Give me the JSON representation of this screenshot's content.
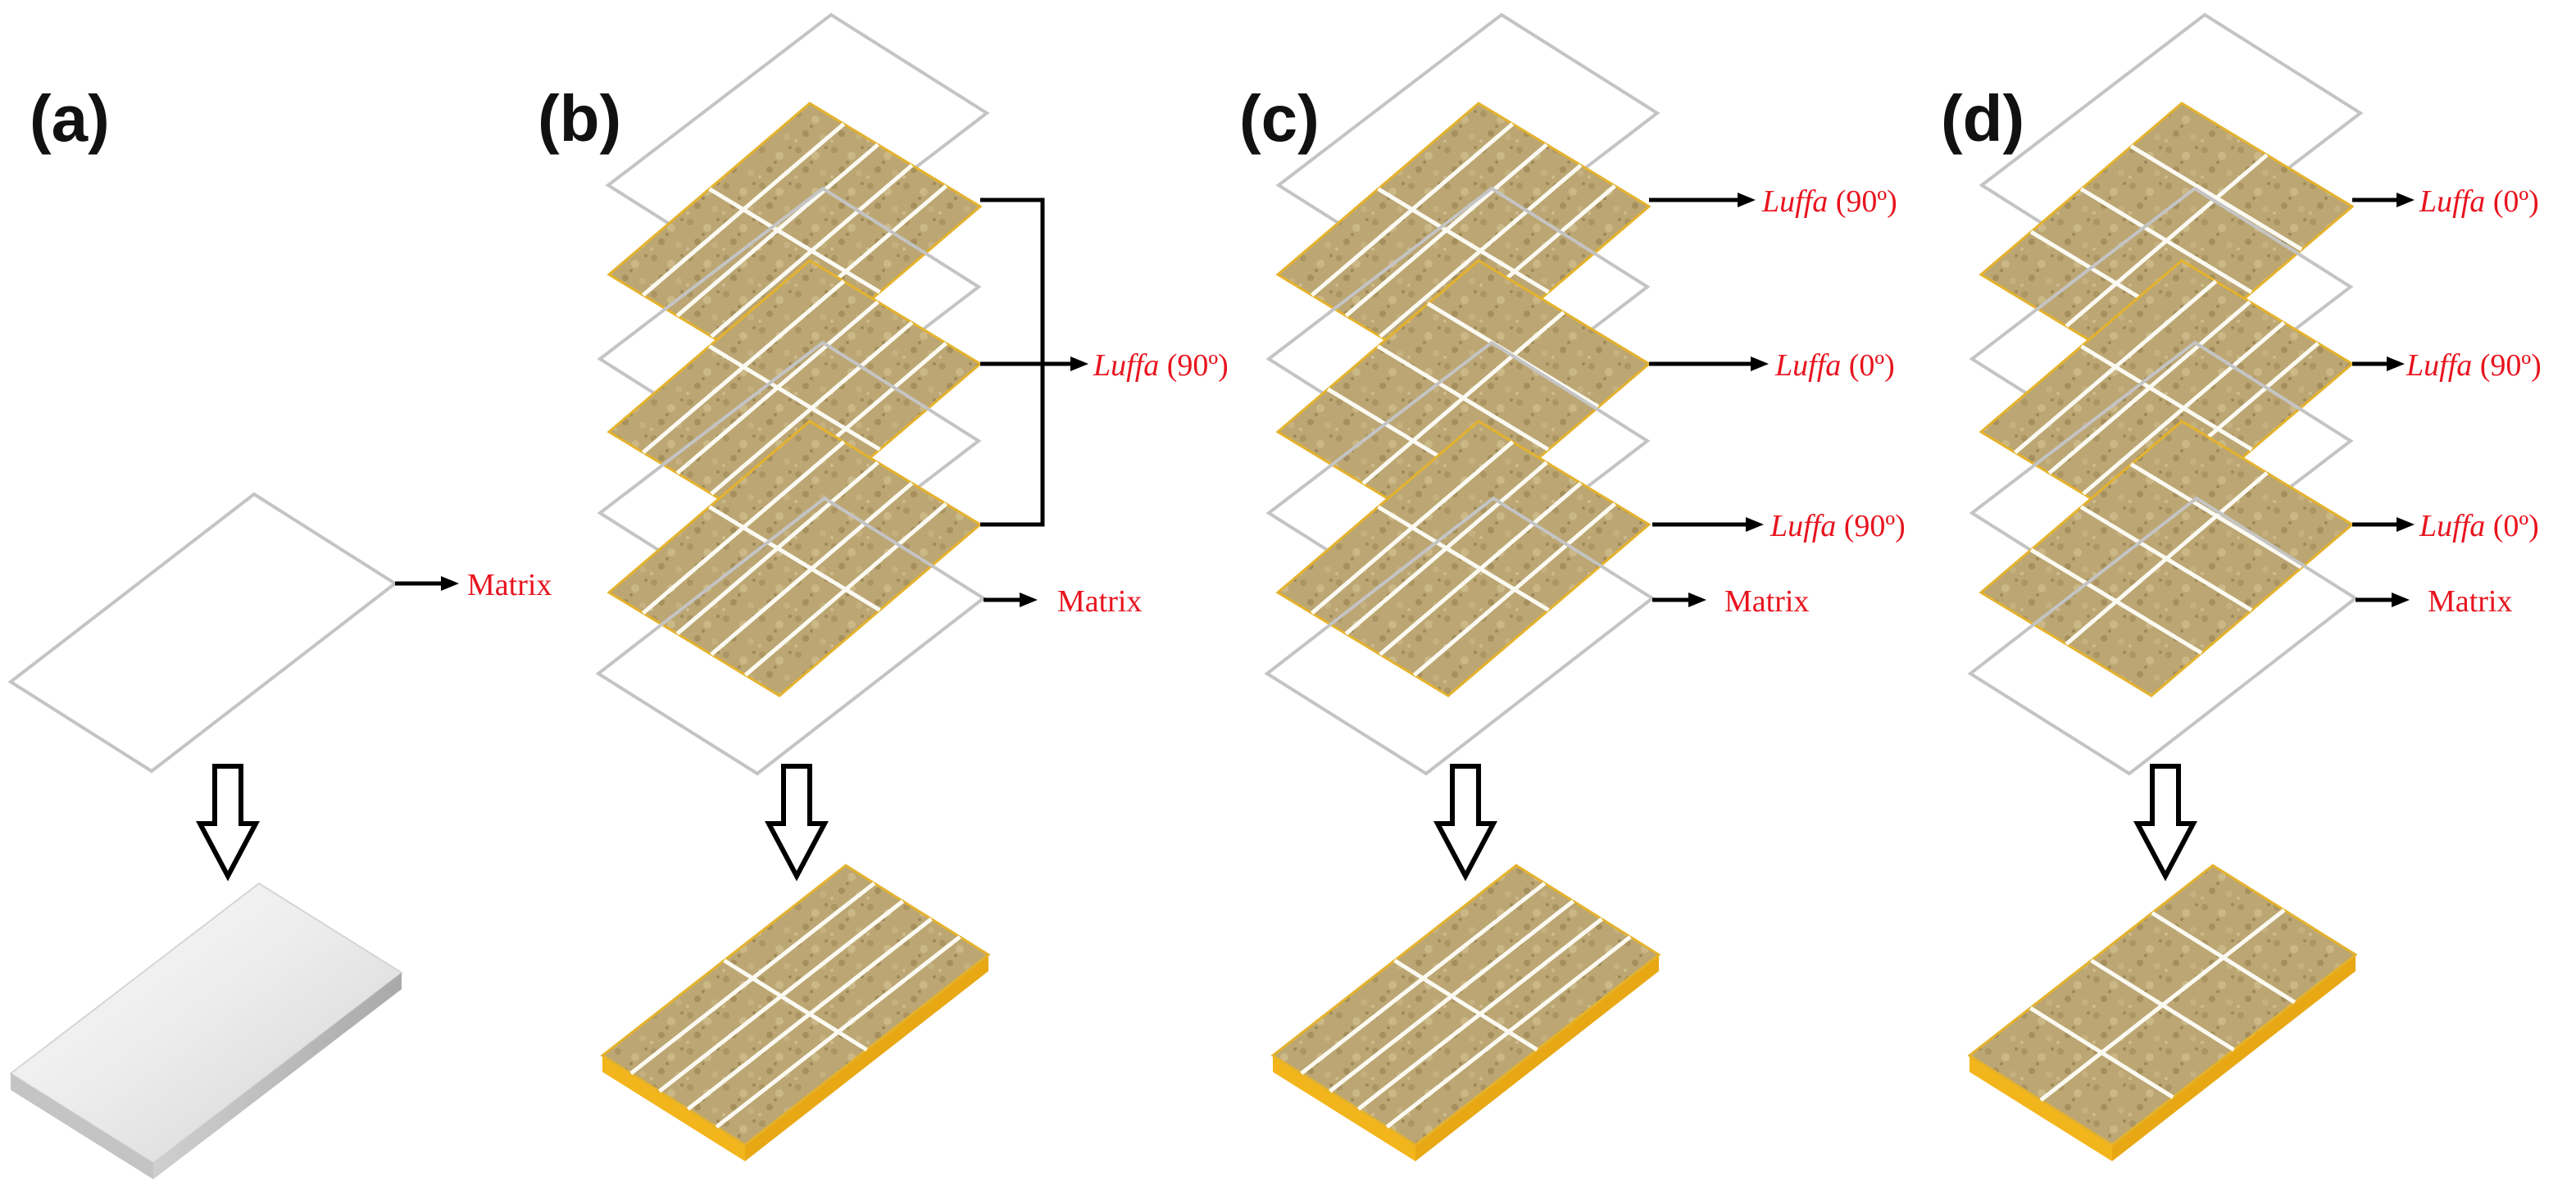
{
  "colors": {
    "label_red": "#e8141e",
    "fiber_light": "#c9b482",
    "fiber_dark": "#8a7443",
    "fiber_edge": "#e4b22c",
    "plate_side": "#f3b51c",
    "matrix_outline": "#c4c4c4",
    "matrix_top": "#f2f2f2",
    "matrix_side": "#bdbdbd",
    "arrow": "#000000"
  },
  "icons": {
    "process_arrow": "hollow-down-arrow-icon",
    "label_pointer": "arrow-right-icon"
  },
  "panels": [
    {
      "id": "a",
      "letter": "(a)",
      "layers": [],
      "matrix_label": "Matrix",
      "result": "matrix-plate"
    },
    {
      "id": "b",
      "letter": "(b)",
      "layers": [
        {
          "name": "Luffa",
          "angle": "(90º)"
        },
        {
          "name": "Luffa",
          "angle": "(90º)"
        },
        {
          "name": "Luffa",
          "angle": "(90º)"
        }
      ],
      "grouped_label": {
        "name": "Luffa",
        "angle": "(90º)"
      },
      "matrix_label": "Matrix",
      "result": "composite-plate"
    },
    {
      "id": "c",
      "letter": "(c)",
      "layers": [
        {
          "name": "Luffa",
          "angle": "(90º)"
        },
        {
          "name": "Luffa",
          "angle": "(0º)"
        },
        {
          "name": "Luffa",
          "angle": "(90º)"
        }
      ],
      "matrix_label": "Matrix",
      "result": "composite-plate"
    },
    {
      "id": "d",
      "letter": "(d)",
      "layers": [
        {
          "name": "Luffa",
          "angle": "(0º)"
        },
        {
          "name": "Luffa",
          "angle": "(90º)"
        },
        {
          "name": "Luffa",
          "angle": "(0º)"
        }
      ],
      "matrix_label": "Matrix",
      "result": "composite-plate"
    }
  ]
}
